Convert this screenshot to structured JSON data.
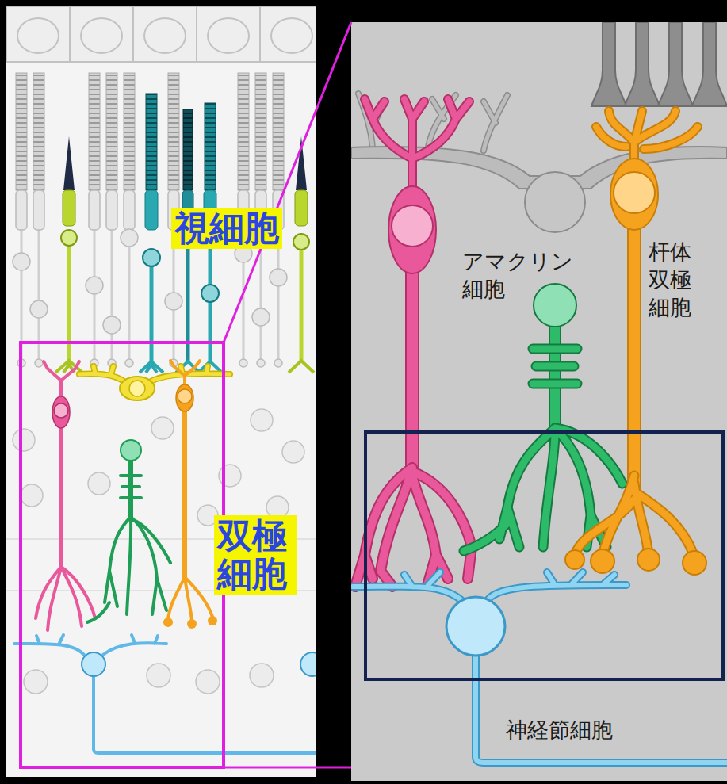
{
  "diagram": {
    "nodes": [
      {
        "text": [
          "視細胞"
        ]
      },
      {
        "text": [
          "双極細胞"
        ]
      }
    ],
    "labels": [
      "アマクリン細胞",
      "杆体双極細胞",
      "神経節細胞"
    ]
  }
}
